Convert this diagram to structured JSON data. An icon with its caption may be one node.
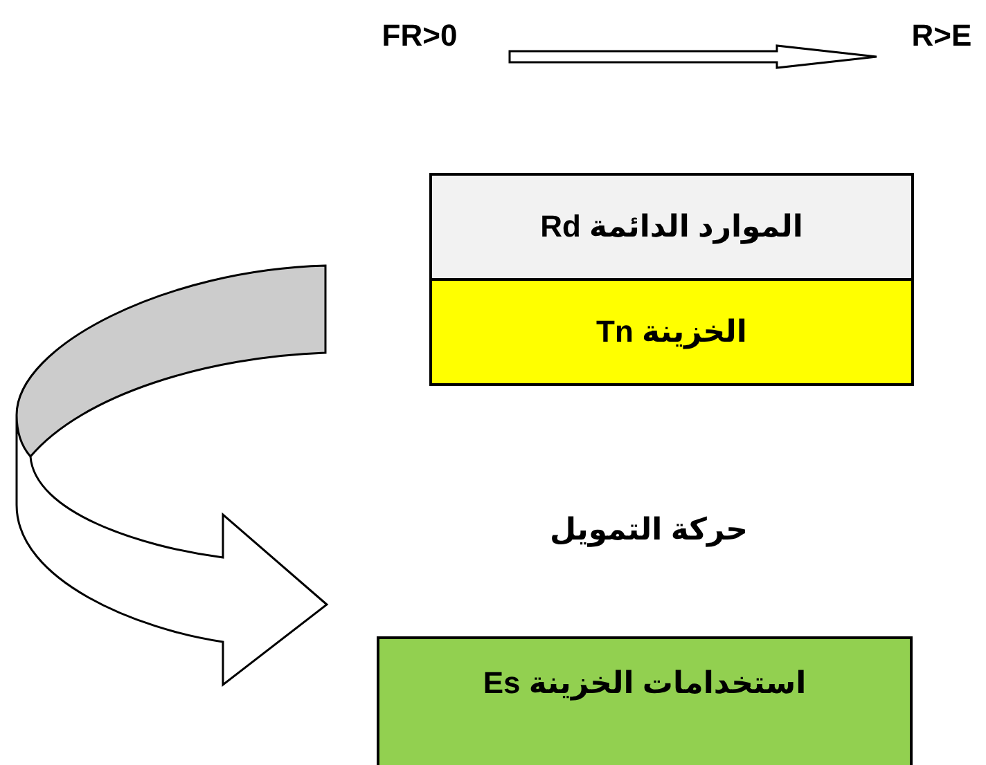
{
  "diagram": {
    "nodes": [
      {
        "text": [
          "FR>0"
        ]
      },
      {
        "text": [
          "R>E"
        ]
      },
      {
        "text": [
          "الموارد الدائمة Rd"
        ]
      },
      {
        "text": [
          "الخزينة Tn"
        ]
      },
      {
        "text": [
          "استخدامات الخزينة Es"
        ]
      }
    ],
    "edges": [
      {
        "from": 0,
        "to": 1,
        "arrow": "to"
      },
      {
        "from": 3,
        "to": 4,
        "arrow": "to"
      }
    ],
    "labels": [
      "حركة التمويل"
    ]
  }
}
